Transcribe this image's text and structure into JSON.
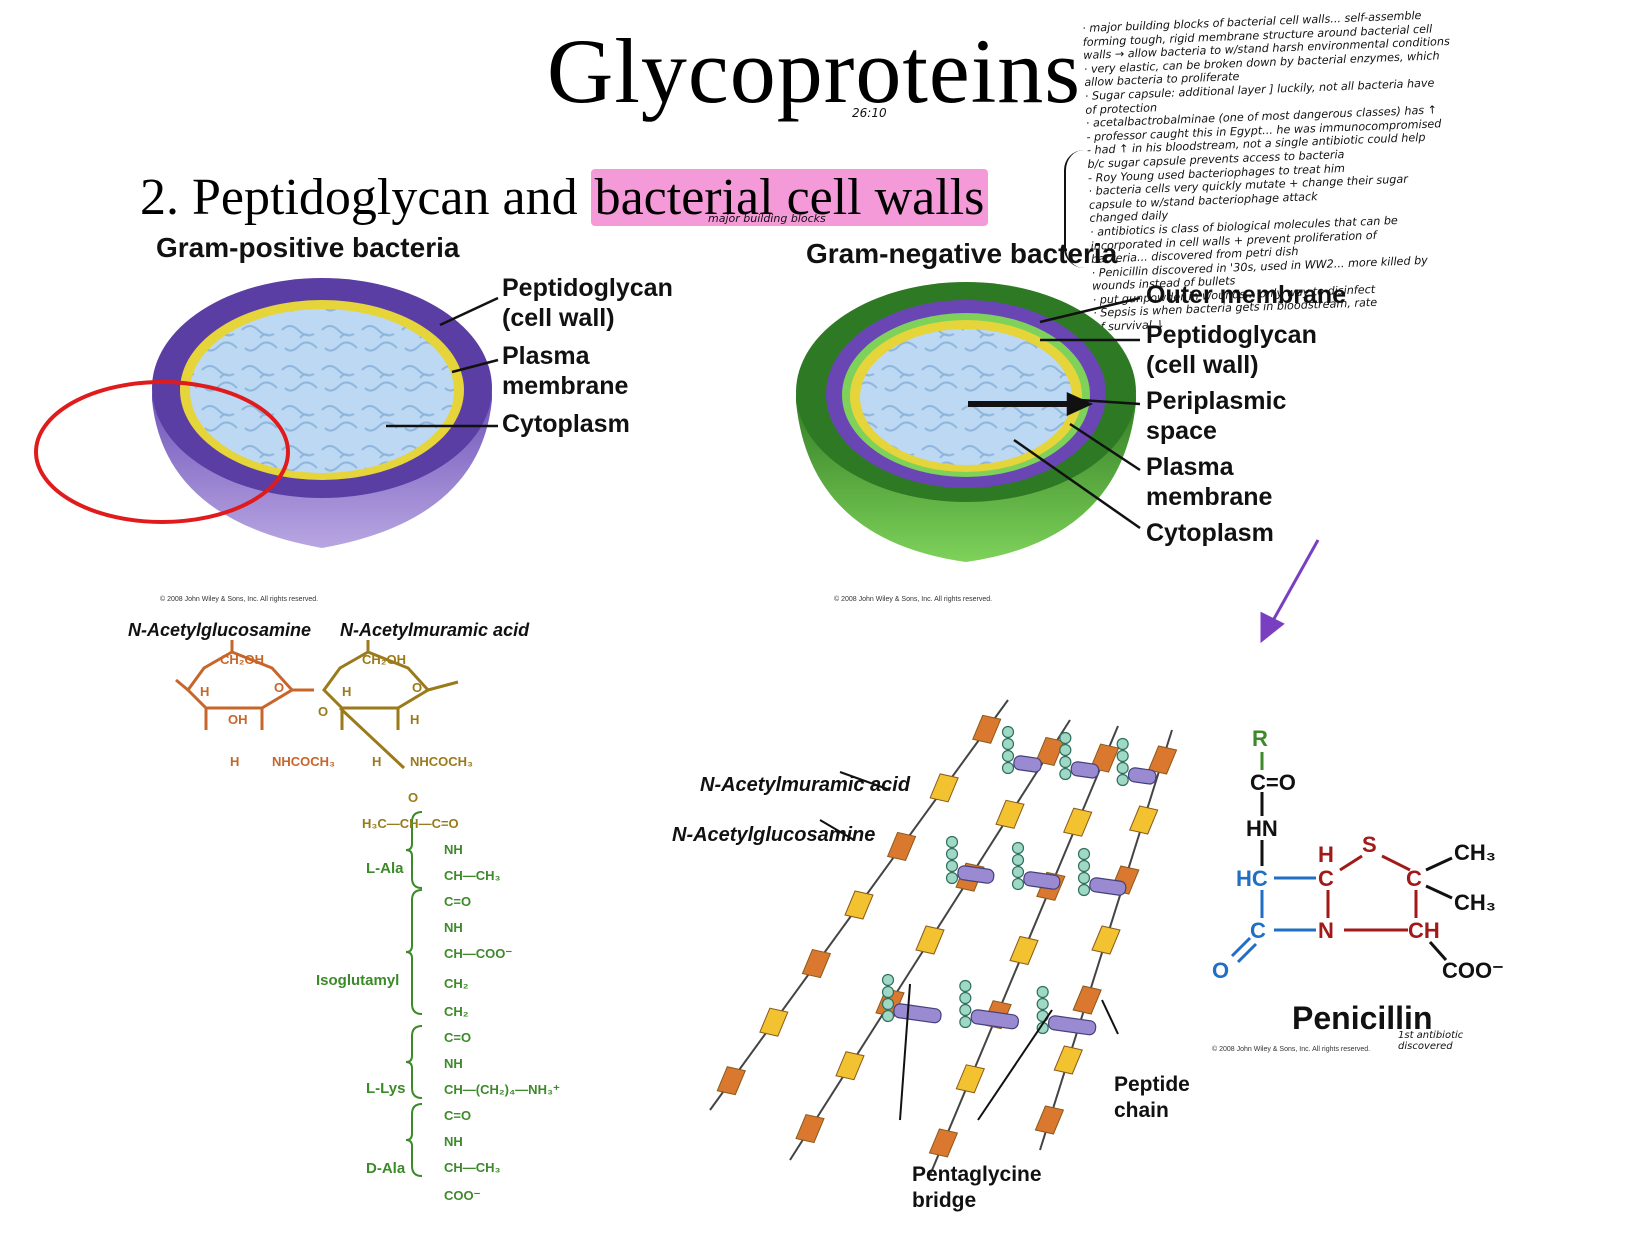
{
  "slide": {
    "title": "Glycoproteins",
    "subtitle_prefix": "2.    Peptidoglycan and ",
    "subtitle_highlight": "bacterial cell walls",
    "timestamp": "26:10",
    "under_note": "major building blocks"
  },
  "notes": [
    "· major building blocks of bacterial cell walls... self-assemble",
    "  forming tough, rigid membrane structure around bacterial cell",
    "  walls → allow bacteria to w/stand harsh environmental conditions",
    "· very elastic, can be broken down by bacterial enzymes, which",
    "  allow bacteria to proliferate",
    "· Sugar capsule: additional layer ] luckily, not all bacteria have",
    "  of protection",
    "· acetalbactrobalminae (one of most dangerous classes) has ↑",
    "  - professor caught this in Egypt... he was immunocompromised",
    "  - had ↑ in his bloodstream, not a single antibiotic could help",
    "  b/c sugar capsule prevents access to bacteria",
    "  - Roy Young used bacteriophages to treat him",
    "  · bacteria cells very quickly mutate + change their sugar",
    "   capsule to w/stand bacteriophage attack",
    "   changed daily",
    "· antibiotics is class of biological molecules that can be",
    "  incorporated in cell walls + prevent proliferation of",
    "  bacteria... discovered from petri dish",
    "· Penicillin discovered in '30s, used in WW2... more killed by",
    "  wounds instead of bullets",
    "  · put gunpowder in wounds... only way to disinfect",
    "· Sepsis is when bacteria gets in bloodstream, rate",
    "  of survival ↓"
  ],
  "gram_positive": {
    "heading": "Gram-positive bacteria",
    "labels": [
      "Peptidoglycan",
      "(cell wall)",
      "Plasma",
      "membrane",
      "Cytoplasm"
    ],
    "copyright": "© 2008 John Wiley & Sons, Inc. All rights reserved."
  },
  "gram_negative": {
    "heading": "Gram-negative bacteria",
    "labels": [
      "Outer membrane",
      "Peptidoglycan",
      "(cell wall)",
      "Periplasmic",
      "space",
      "Plasma",
      "membrane",
      "Cytoplasm"
    ],
    "copyright": "© 2008 John Wiley & Sons, Inc. All rights reserved."
  },
  "structure": {
    "nag": "N-Acetylglucosamine",
    "nam": "N-Acetylmuramic acid",
    "residues": [
      "L-Ala",
      "Isoglutamyl",
      "L-Lys",
      "D-Ala"
    ],
    "atoms": {
      "ch2oh": "CH₂OH",
      "h": "H",
      "oh": "OH",
      "o": "O",
      "nhcoch3": "NHCOCH₃",
      "h3c_ch_c": "H₃C—CH—C=O",
      "nh": "NH",
      "ch_ch3": "CH—CH₃",
      "c_o": "C=O",
      "ch_coo": "CH—COO⁻",
      "ch2": "CH₂",
      "ch_lys": "CH—(CH₂)₄—NH₃⁺",
      "coo": "COO⁻"
    }
  },
  "lattice": {
    "nam": "N-Acetylmuramic acid",
    "nag": "N-Acetylglucosamine",
    "peptide": [
      "Peptide",
      "chain"
    ],
    "bridge": [
      "Pentaglycine",
      "bridge"
    ]
  },
  "penicillin": {
    "name": "Penicillin",
    "note": [
      "1st antibiotic",
      "discovered"
    ],
    "atoms": {
      "r": "R",
      "c_o": "C=O",
      "hn": "HN",
      "h": "H",
      "s": "S",
      "ch3a": "CH₃",
      "ch3b": "CH₃",
      "hc": "HC",
      "c1": "C",
      "c2": "C",
      "c3": "C",
      "n": "N",
      "ch": "CH",
      "o": "O",
      "coo": "COO⁻"
    },
    "copyright": "© 2008 John Wiley & Sons, Inc. All rights reserved."
  },
  "colors": {
    "purple": "#5b3fa6",
    "green": "#3f8f2e",
    "yellow": "#e0cc3a",
    "orange": "#c8652a",
    "chem_green": "#3c8a2a",
    "highlight": "#f59ad8",
    "red_circle": "#e01b1b",
    "blue": "#1f6fc4",
    "dark_red": "#a11a1a"
  }
}
